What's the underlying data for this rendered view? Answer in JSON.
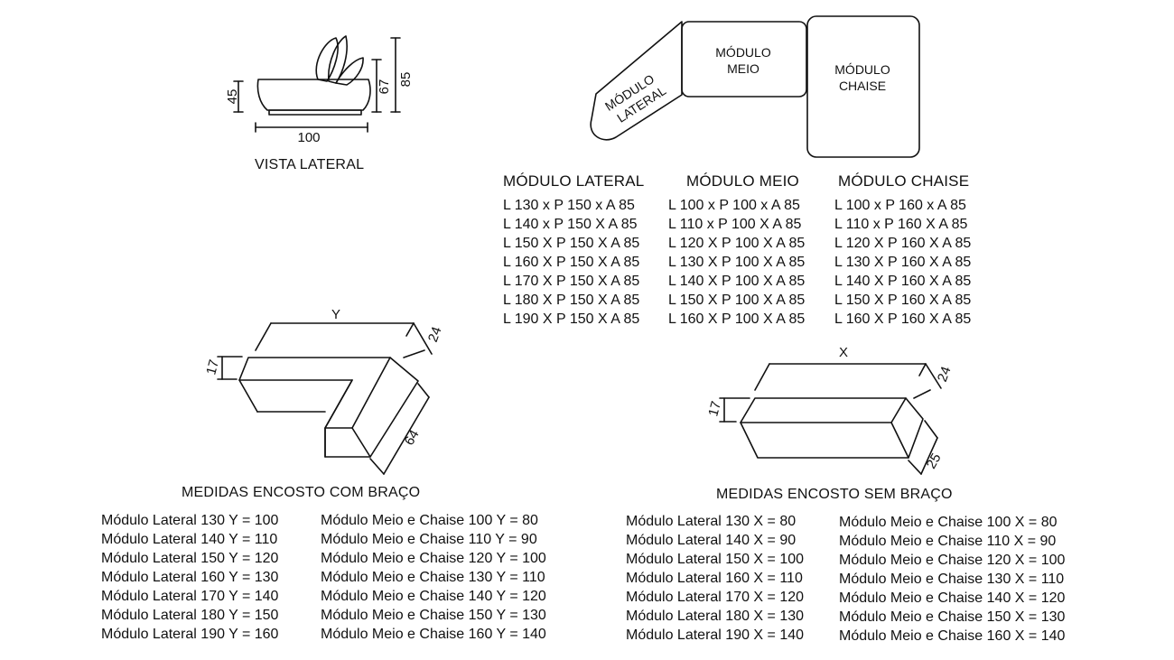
{
  "side_view": {
    "caption": "VISTA LATERAL",
    "dims": {
      "width": "100",
      "seat": "45",
      "arm": "67",
      "total": "85"
    }
  },
  "plan": {
    "lateral": [
      "MÓDULO",
      "LATERAL"
    ],
    "meio": [
      "MÓDULO",
      "MEIO"
    ],
    "chaise": [
      "MÓDULO",
      "CHAISE"
    ]
  },
  "modules": {
    "lateral": {
      "title": "MÓDULO LATERAL",
      "rows": [
        "L 130 x P 150 x A 85",
        "L 140 x P 150 X A 85",
        "L 150 X P 150 X A 85",
        "L 160 X P 150 X A 85",
        "L 170 X P 150 X A 85",
        "L 180 X P 150 X A 85",
        "L 190 X P 150 X A 85"
      ]
    },
    "meio": {
      "title": "MÓDULO MEIO",
      "rows": [
        "L 100 x P 100 x A 85",
        "L 110 x P 100 X A 85",
        "L 120 X P 100 X A 85",
        "L 130 X P 100 X A 85",
        "L 140 X P 100 X A 85",
        "L 150 X P 100 X A 85",
        "L 160 X P 100 X A 85"
      ]
    },
    "chaise": {
      "title": "MÓDULO CHAISE",
      "rows": [
        "L 100 x P 160 x A 85",
        "L 110 x P 160 X A 85",
        "L 120 X P 160 X A 85",
        "L 130 X P 160 X A 85",
        "L 140 X P 160 X A 85",
        "L 150 X P 160 X A 85",
        "L 160 X P 160 X A 85"
      ]
    }
  },
  "encosto_com_braco": {
    "title": "MEDIDAS ENCOSTO COM BRAÇO",
    "dims": {
      "y": "Y",
      "h": "17",
      "d": "24",
      "l": "64"
    },
    "left": [
      "Módulo Lateral 130 Y = 100",
      "Módulo Lateral 140 Y = 110",
      "Módulo Lateral 150 Y = 120",
      "Módulo Lateral  160 Y = 130",
      "Módulo Lateral 170 Y = 140",
      "Módulo Lateral 180 Y = 150",
      "Módulo Lateral 190 Y = 160"
    ],
    "right": [
      "Módulo Meio e Chaise 100 Y = 80",
      "Módulo Meio e Chaise 110 Y = 90",
      "Módulo Meio e Chaise 120 Y = 100",
      "Módulo Meio e Chaise 130 Y = 110",
      "Módulo Meio e Chaise 140 Y = 120",
      "Módulo Meio e Chaise 150 Y = 130",
      "Módulo Meio e Chaise 160 Y = 140"
    ]
  },
  "encosto_sem_braco": {
    "title": "MEDIDAS ENCOSTO SEM BRAÇO",
    "dims": {
      "x": "X",
      "h": "17",
      "d": "24",
      "l": "25"
    },
    "left": [
      "Módulo Lateral 130 X = 80",
      "Módulo Lateral 140 X = 90",
      "Módulo Lateral 150 X = 100",
      "Módulo Lateral  160 X = 110",
      "Módulo Lateral 170 X = 120",
      "Módulo Lateral 180 X = 130",
      "Módulo Lateral 190 X = 140"
    ],
    "right": [
      "Módulo Meio e Chaise 100 X = 80",
      "Módulo Meio e Chaise 110 X = 90",
      "Módulo Meio e Chaise 120 X = 100",
      "Módulo Meio e Chaise 130 X = 110",
      "Módulo Meio e Chaise 140 X = 120",
      "Módulo Meio e Chaise 150 X = 130",
      "Módulo Meio e Chaise 160 X = 140"
    ]
  }
}
